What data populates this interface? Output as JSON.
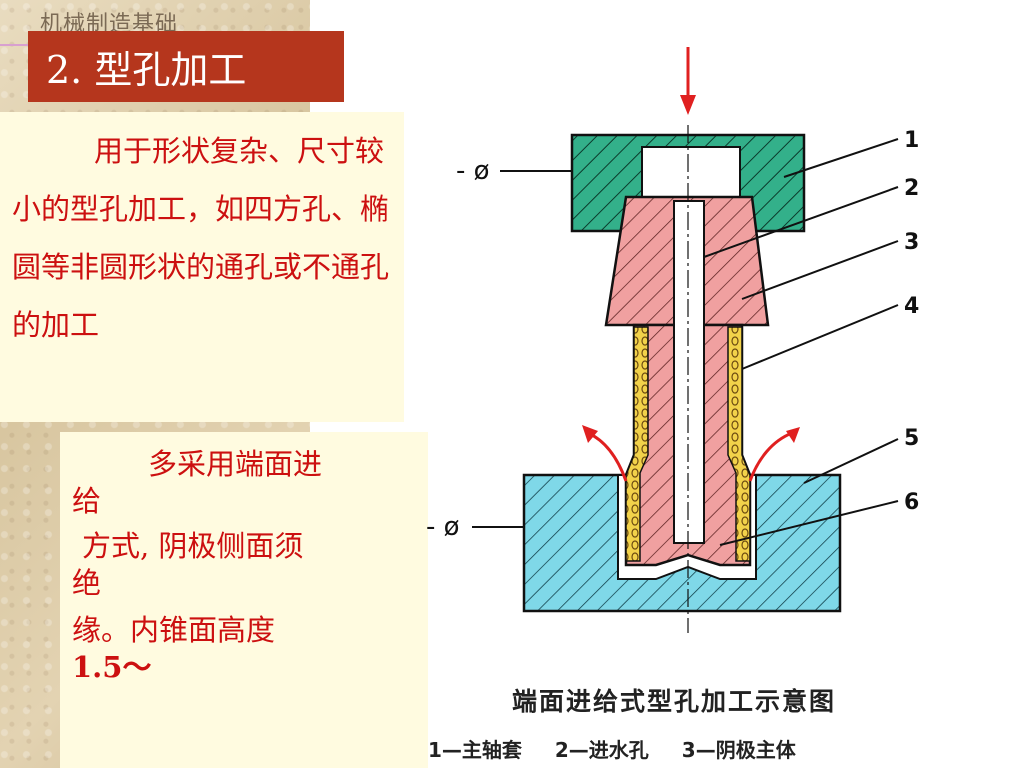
{
  "header": {
    "text": "机械制造基础"
  },
  "title": "2.  型孔加工",
  "box1": {
    "text": "用于形状复杂、尺寸较小的型孔加工，如四方孔、椭圆等非圆形状的通孔或不通孔的加工"
  },
  "box2": {
    "lines": [
      "多采用端面进",
      "给",
      "方式, 阴极侧面须",
      "绝",
      "缘。内锥面高度",
      "1.5～"
    ]
  },
  "diagram": {
    "labels": [
      "1",
      "2",
      "3",
      "4",
      "5",
      "6"
    ],
    "phi_top": "- ø",
    "phi_bottom": "- ø"
  },
  "caption": "端面进给式型孔加工示意图",
  "legend": [
    "1—主轴套",
    "2—进水孔",
    "3—阴极主体"
  ],
  "colors": {
    "title_bg": "#b5361d",
    "text_red": "#cc1010",
    "box_bg": "#fffbe0",
    "spindle_green": "#33b08a",
    "cathode_pink": "#f0a0a0",
    "workpiece_cyan": "#7fd8e8",
    "insulation_yellow": "#f2d24a",
    "arrow_red": "#e02020"
  }
}
